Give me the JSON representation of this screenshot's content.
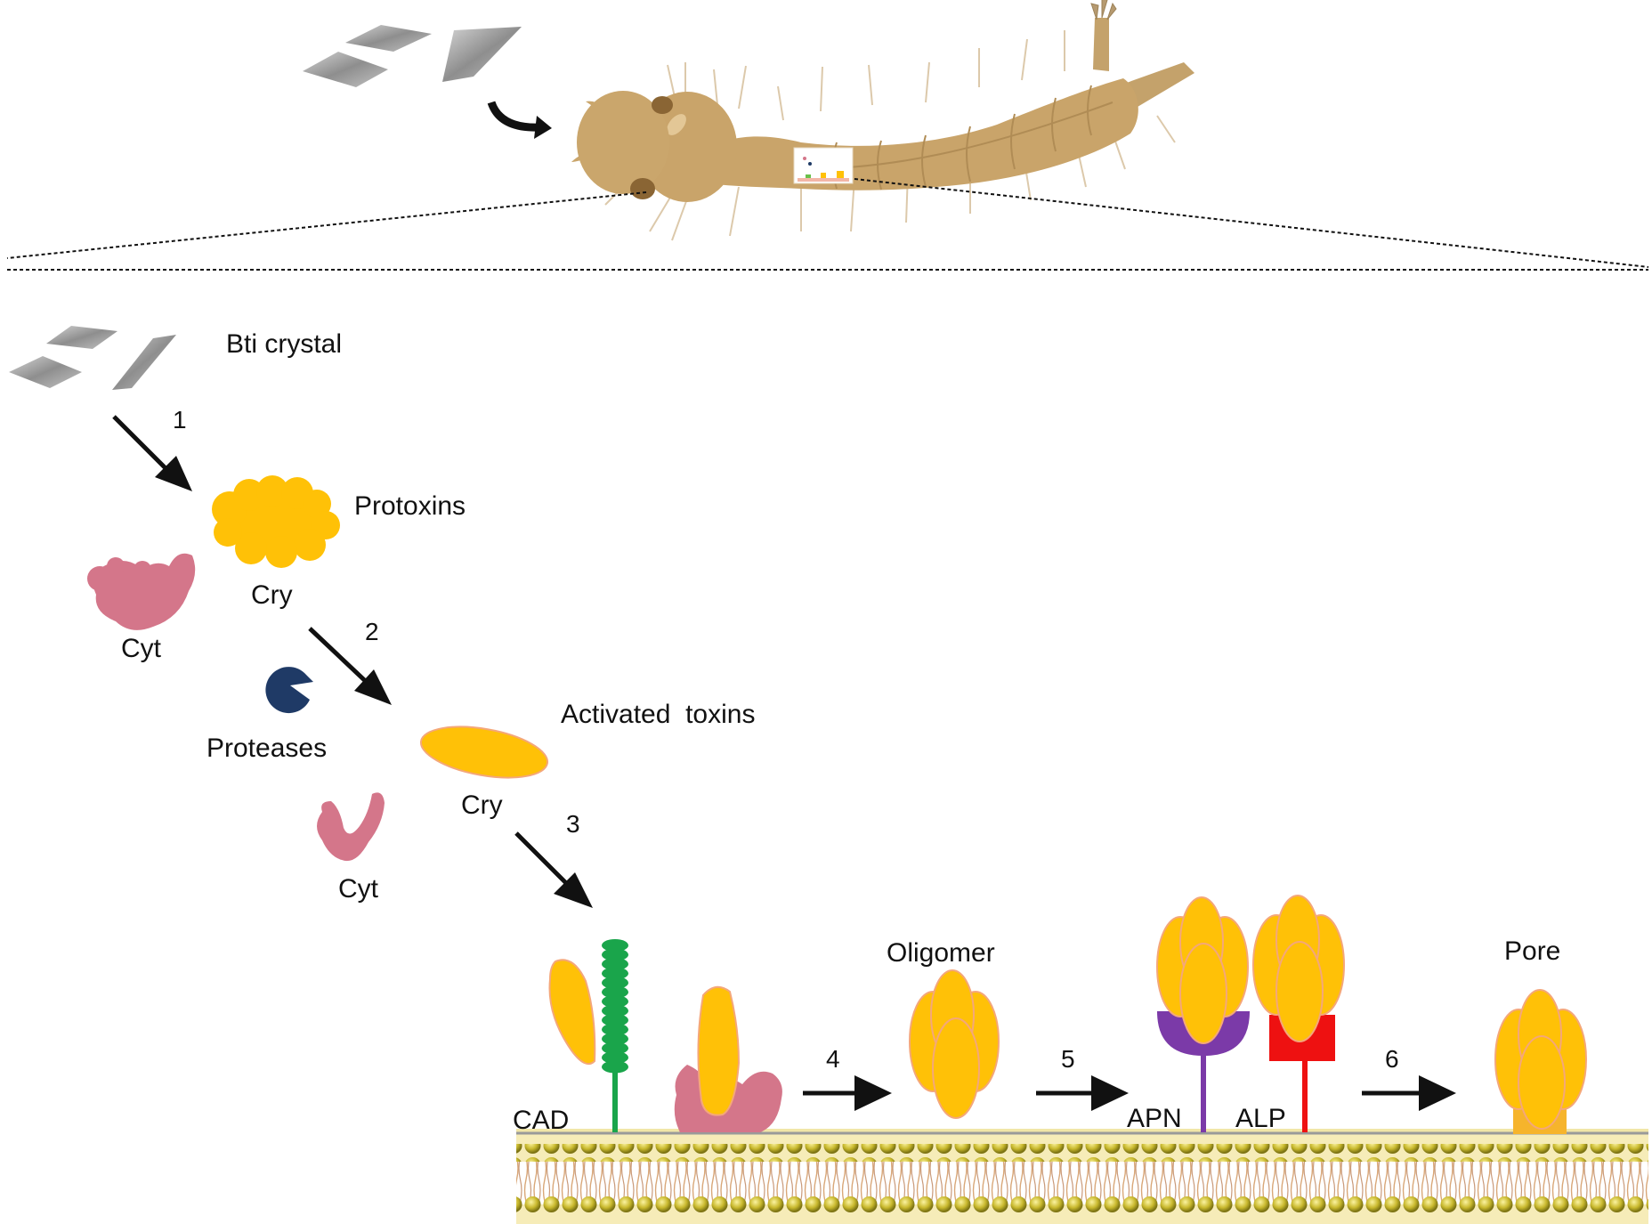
{
  "figure": {
    "title": "Bti toxin mode of action in mosquito larva midgut",
    "labels": {
      "bti_crystal": "Bti crystal",
      "protoxins": "Protoxins",
      "cry_1": "Cry",
      "cyt_1": "Cyt",
      "proteases": "Proteases",
      "activated_toxins": "Activated  toxins",
      "cry_2": "Cry",
      "cyt_2": "Cyt",
      "oligomer": "Oligomer",
      "pore": "Pore",
      "cad": "CAD",
      "apn": "APN",
      "alp": "ALP"
    },
    "steps": [
      "1",
      "2",
      "3",
      "4",
      "5",
      "6"
    ],
    "colors": {
      "cry": "#ffc107",
      "cry_outline": "#f4a77a",
      "cyt": "#d4768a",
      "protease": "#1f3a66",
      "cad": "#1aa54b",
      "apn": "#7b3aa8",
      "alp": "#ee1111",
      "larva": "#c9a46a",
      "crystal": "#9a9a9a",
      "membrane_head": "#d2c94a",
      "membrane_bg": "#f6ecb8"
    }
  }
}
